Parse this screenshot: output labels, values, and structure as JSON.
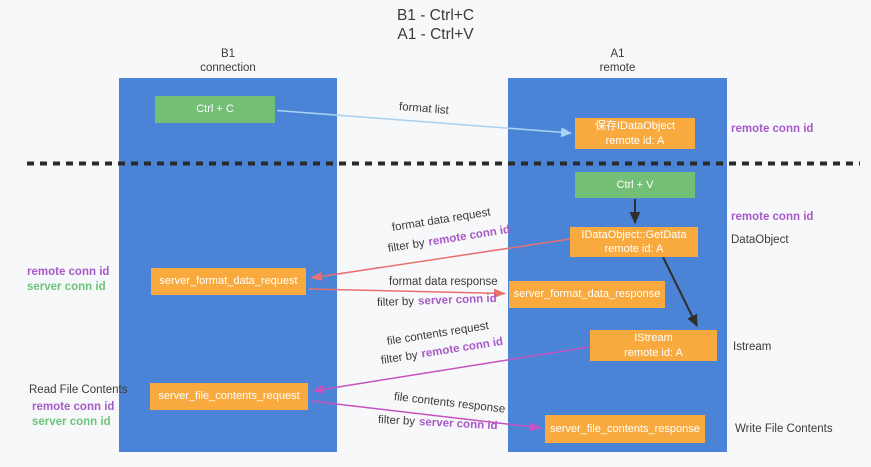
{
  "title": {
    "line1": "B1 - Ctrl+C",
    "line2": "A1 - Ctrl+V"
  },
  "lifelines": {
    "b1": {
      "name": "B1",
      "role": "connection"
    },
    "a1": {
      "name": "A1",
      "role": "remote"
    }
  },
  "boxes": {
    "ctrl_c": {
      "label": "Ctrl + C"
    },
    "ctrl_v": {
      "label": "Ctrl + V"
    },
    "save_dataobject": {
      "line1": "保存IDataObject",
      "line2": "remote id: A"
    },
    "getdata": {
      "line1": "IDataObject::GetData",
      "line2": "remote id: A"
    },
    "istream": {
      "line1": "IStream",
      "line2": "remote id: A"
    },
    "format_request": {
      "label": "server_format_data_request"
    },
    "format_response": {
      "label": "server_format_data_response"
    },
    "file_request": {
      "label": "server_file_contents_request"
    },
    "file_response": {
      "label": "server_file_contents_response"
    }
  },
  "arrow_labels": {
    "format_list": "format list",
    "format_data_request": "format data request",
    "format_data_response": "format data response",
    "file_contents_request": "file contents request",
    "file_contents_response": "file contents response",
    "filter_by": "filter by",
    "remote_conn_id": "remote conn id",
    "server_conn_id": "server conn id"
  },
  "side_labels": {
    "remote_conn_id": "remote conn id",
    "server_conn_id": "server conn id",
    "dataobject": "DataObject",
    "istream": "Istream",
    "read_file_contents": "Read File Contents",
    "write_file_contents": "Write File Contents"
  },
  "colors": {
    "column_blue": "#4b84d6",
    "box_green": "#73bf75",
    "box_orange": "#f8aa3f",
    "arrow_lightblue": "#a8d3f2",
    "arrow_red": "#e87070",
    "arrow_magenta": "#c651c0",
    "arrow_black": "#2f2f2f",
    "text_purple": "#a75ac8",
    "text_green": "#6cc47a",
    "text_dark": "#3a3a3a",
    "dash_line": "#2b2b2b",
    "background": "#f7f8f9"
  }
}
